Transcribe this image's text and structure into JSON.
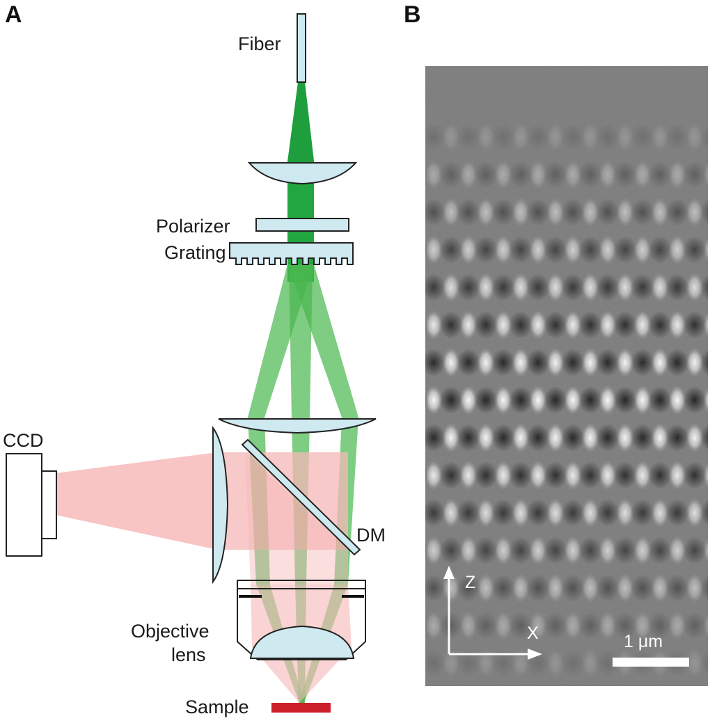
{
  "panels": {
    "a": {
      "letter": "A"
    },
    "b": {
      "letter": "B"
    }
  },
  "labels": {
    "fiber": "Fiber",
    "polarizer": "Polarizer",
    "grating": "Grating",
    "ccd": "CCD",
    "dm": "DM",
    "objective_line1": "Objective",
    "objective_line2": "lens",
    "sample": "Sample"
  },
  "image_panel": {
    "axis_z": "Z",
    "axis_x": "X",
    "scale_bar": "1 μm"
  },
  "colors": {
    "optic_fill": "#cfe9f0",
    "beam_green": "#44b04a",
    "beam_pink": "#f6b8b8",
    "sample_red": "#cc1f2a"
  }
}
